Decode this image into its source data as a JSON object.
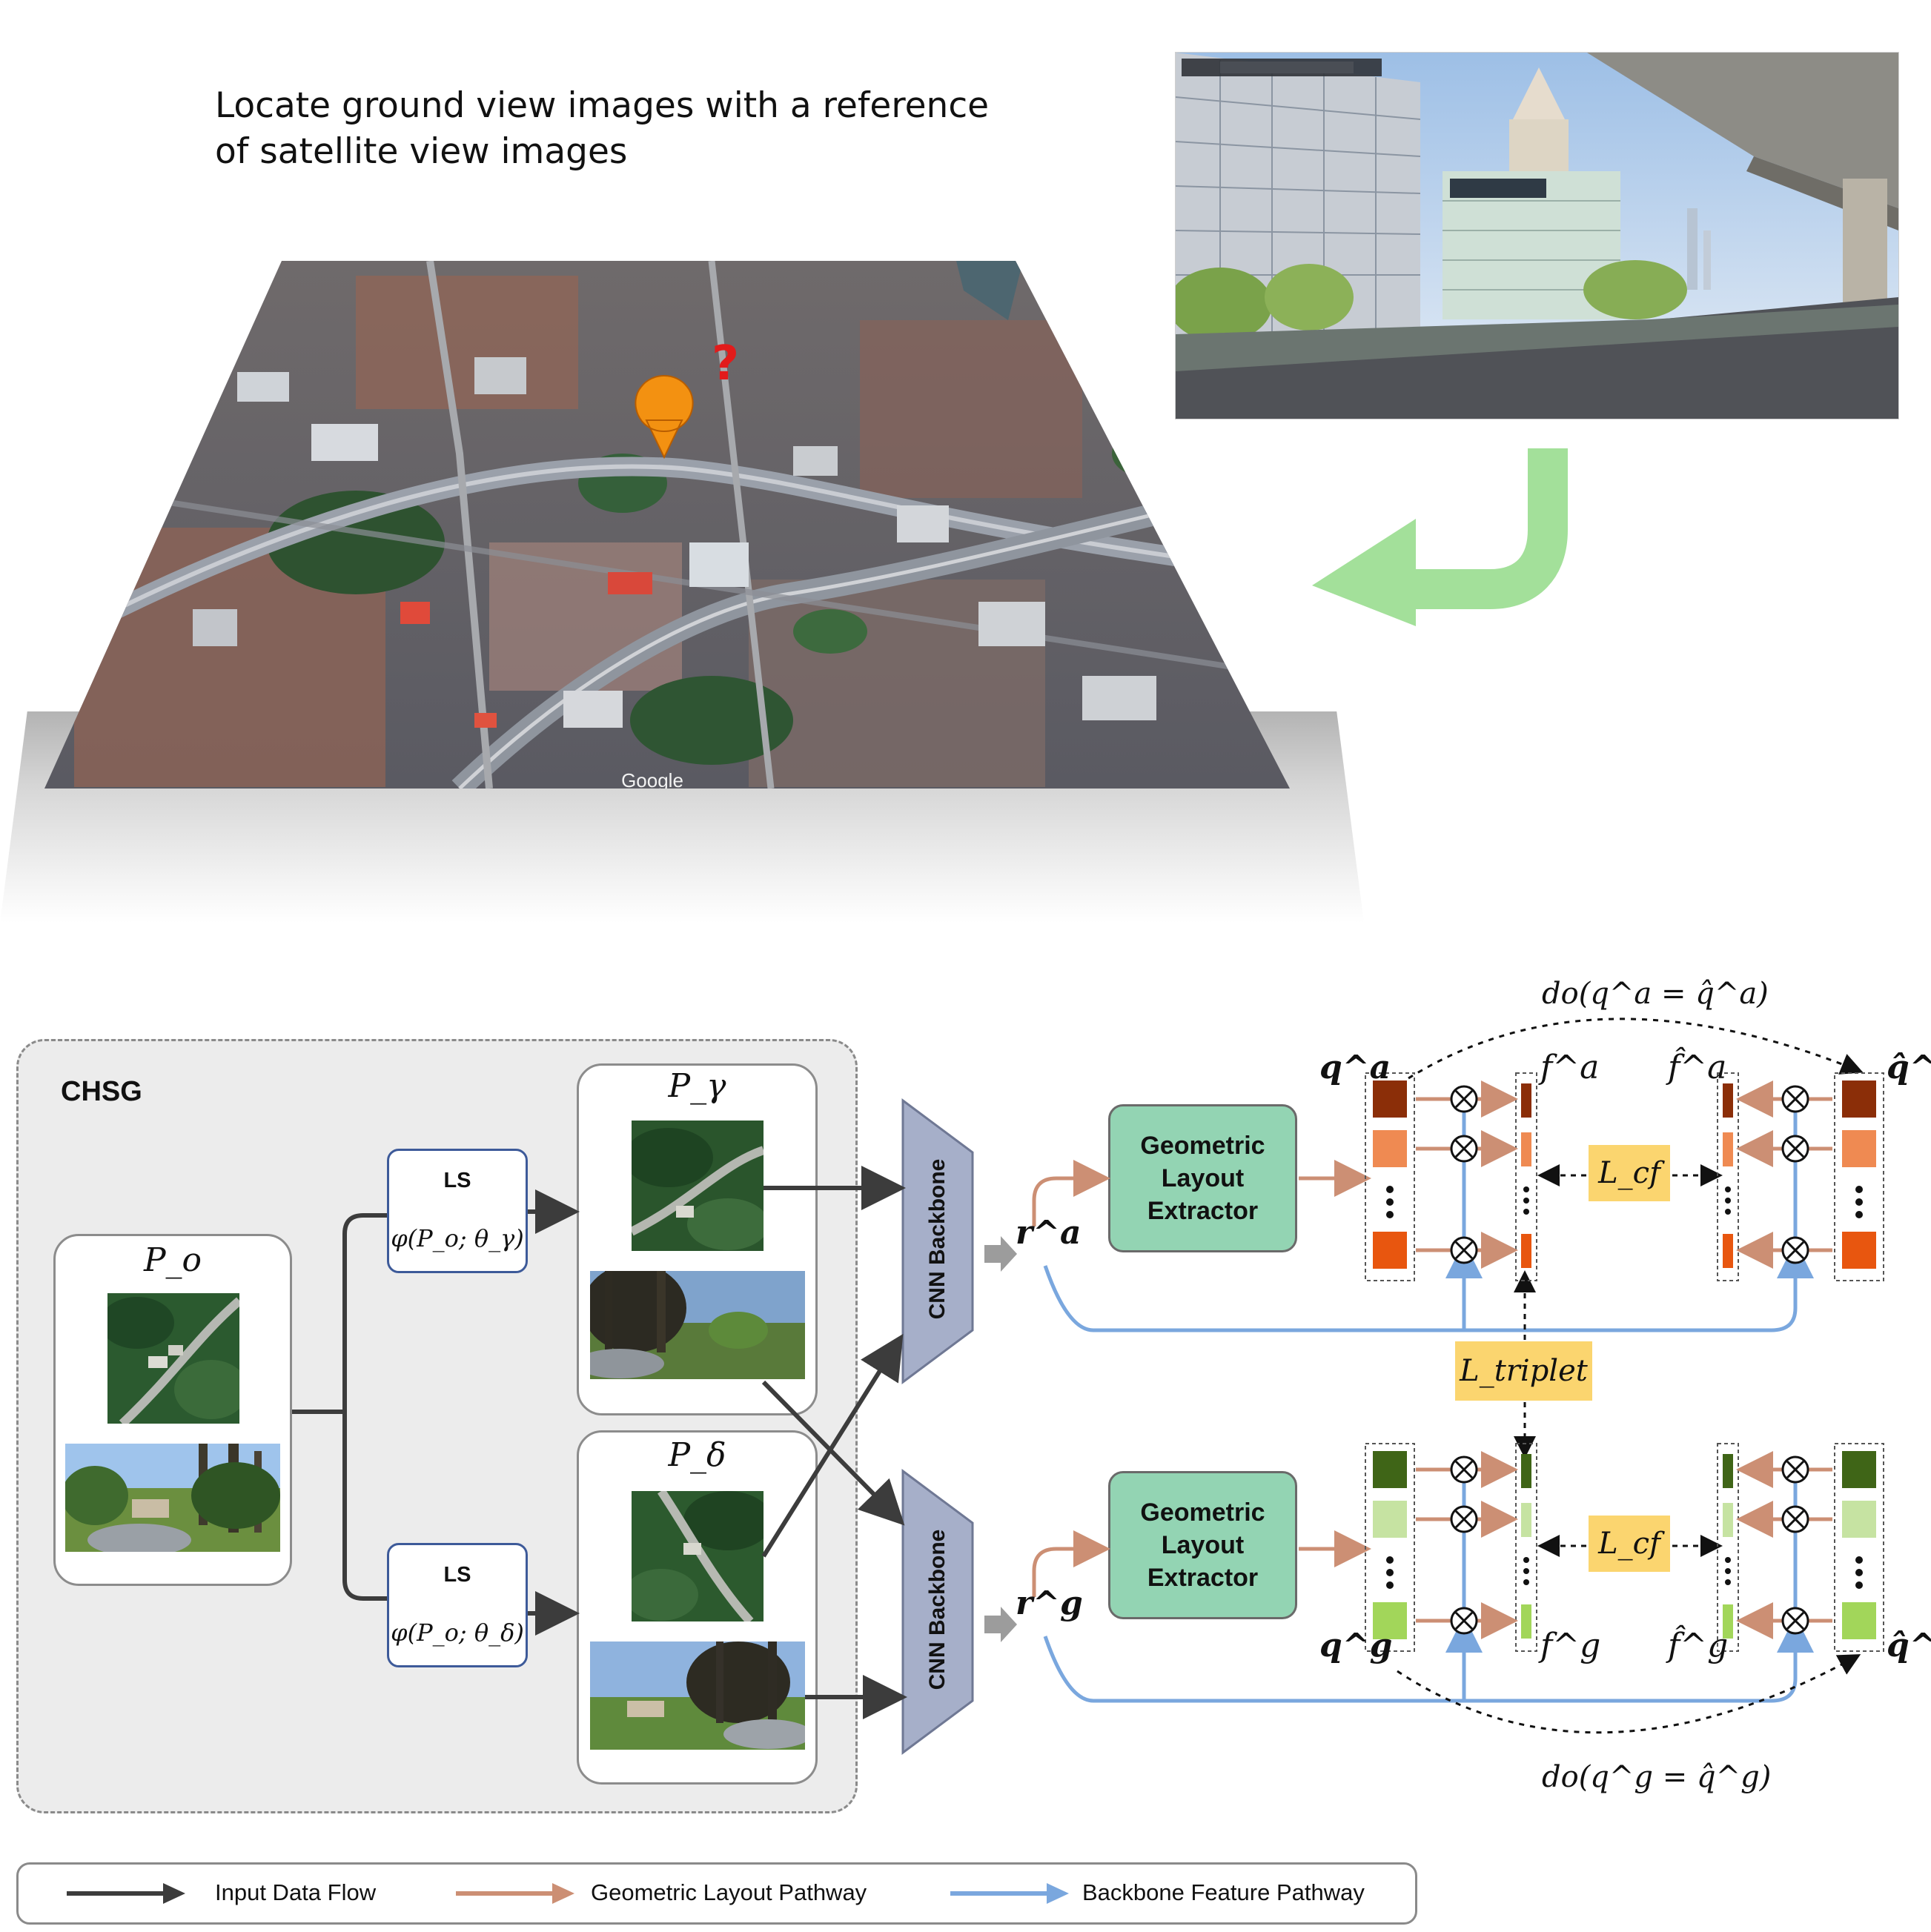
{
  "caption": "Locate ground view images with a reference of satellite view images",
  "map": {
    "watermark": "Google",
    "question_mark": "?"
  },
  "diagram": {
    "chsg_label": "CHSG",
    "source_panel_title": "P_o",
    "ls_top": {
      "title": "LS",
      "formula": "φ(P_o; θ_γ)"
    },
    "ls_bottom": {
      "title": "LS",
      "formula": "φ(P_o; θ_δ)"
    },
    "panel_gamma_title": "P_γ",
    "panel_delta_title": "P_δ",
    "cnn_top_label": "CNN Backbone",
    "cnn_bottom_label": "CNN Backbone",
    "r_top": "r^a",
    "r_bottom": "r^g",
    "gle_top": "Geometric\nLayout\nExtractor",
    "gle_bottom": "Geometric\nLayout\nExtractor",
    "loss_cf_top": "L_cf",
    "loss_cf_bottom": "L_cf",
    "loss_triplet": "L_triplet",
    "do_top": "do(q^a = q̂^a)",
    "do_bottom": "do(q^g = q̂^g)",
    "q_top": "q^a",
    "f_top": "f^a",
    "fhat_top": "f̂^a",
    "qhat_top": "q̂^a",
    "q_bottom": "q^g",
    "f_bottom": "f^g",
    "fhat_bottom": "f̂^g",
    "qhat_bottom": "q̂^g",
    "colors": {
      "aerial_block_1": "#8b2e08",
      "aerial_block_2": "#ef8a52",
      "aerial_block_3": "#e8560f",
      "ground_block_1": "#3f6517",
      "ground_block_2": "#c6e3a2",
      "ground_block_3": "#a2d65a",
      "geometric_pathway": "#cc8f74",
      "backbone_pathway": "#7aa7de",
      "input_flow": "#3c3c3c",
      "gle_fill": "#93d4b3",
      "loss_fill": "#fbd56f"
    }
  },
  "legend": {
    "items": [
      {
        "label": "Input Data Flow",
        "color": "#3c3c3c"
      },
      {
        "label": "Geometric Layout Pathway",
        "color": "#cc8f74"
      },
      {
        "label": "Backbone Feature Pathway",
        "color": "#7aa7de"
      }
    ]
  }
}
